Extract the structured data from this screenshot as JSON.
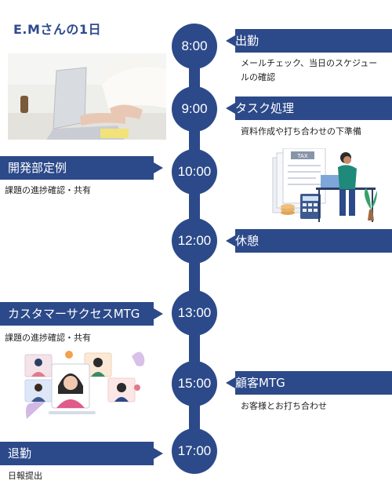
{
  "title": "E.Mさんの1日",
  "colors": {
    "accent": "#2c4a8a",
    "title": "#2f4b8f"
  },
  "events": [
    {
      "time": "8:00",
      "label": "出勤",
      "desc": "メールチェック、当日のスケジュールの確認"
    },
    {
      "time": "9:00",
      "label": "タスク処理",
      "desc": "資料作成や打ち合わせの下準備"
    },
    {
      "time": "10:00",
      "label": "開発部定例",
      "desc": "課題の進捗確認・共有"
    },
    {
      "time": "12:00",
      "label": "休憩",
      "desc": ""
    },
    {
      "time": "13:00",
      "label": "カスタマーサクセスMTG",
      "desc": "課題の進捗確認・共有"
    },
    {
      "time": "15:00",
      "label": "顧客MTG",
      "desc": "お客様とお打ち合わせ"
    },
    {
      "time": "17:00",
      "label": "退勤",
      "desc": "日報提出"
    }
  ],
  "illustrations": {
    "laptop": "laptop-typing-photo",
    "tax": "tax-documents-illustration",
    "video": "video-call-illustration",
    "tax_sign": "TAX"
  }
}
